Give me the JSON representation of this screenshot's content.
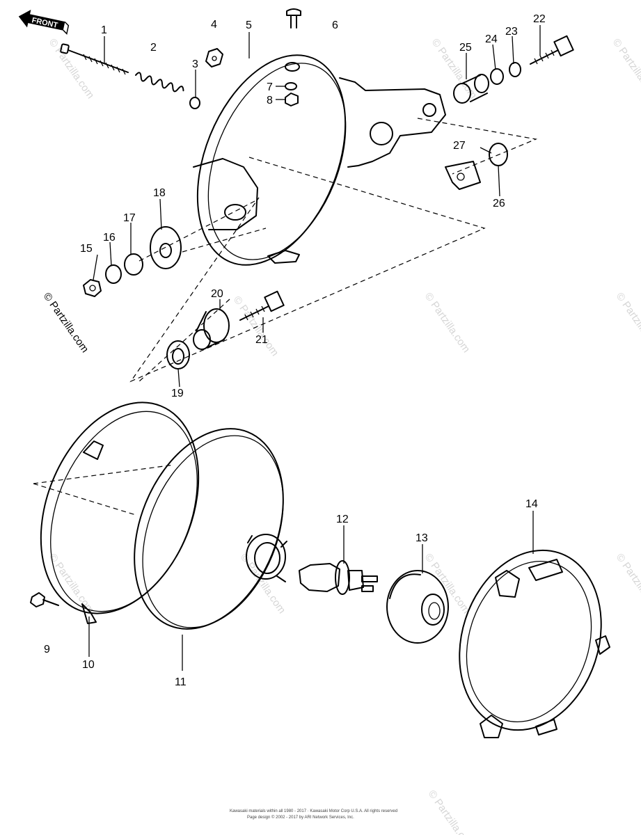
{
  "front_label": "FRONT",
  "watermark": "© Partzilla.com",
  "callouts": {
    "c1": "1",
    "c2": "2",
    "c3": "3",
    "c4": "4",
    "c5": "5",
    "c6": "6",
    "c7": "7",
    "c8": "8",
    "c9": "9",
    "c10": "10",
    "c11": "11",
    "c12": "12",
    "c13": "13",
    "c14": "14",
    "c15": "15",
    "c16": "16",
    "c17": "17",
    "c18": "18",
    "c19": "19",
    "c20": "20",
    "c21": "21",
    "c22": "22",
    "c23": "23",
    "c24": "24",
    "c25": "25",
    "c26": "26",
    "c27": "27"
  },
  "footer": {
    "line1": "Kawasaki materials within all 1980 - 2017 · Kawasaki Motor Corp U.S.A. All rights reserved",
    "line2": "Page design © 2002 - 2017 by ARI Network Services, Inc."
  }
}
